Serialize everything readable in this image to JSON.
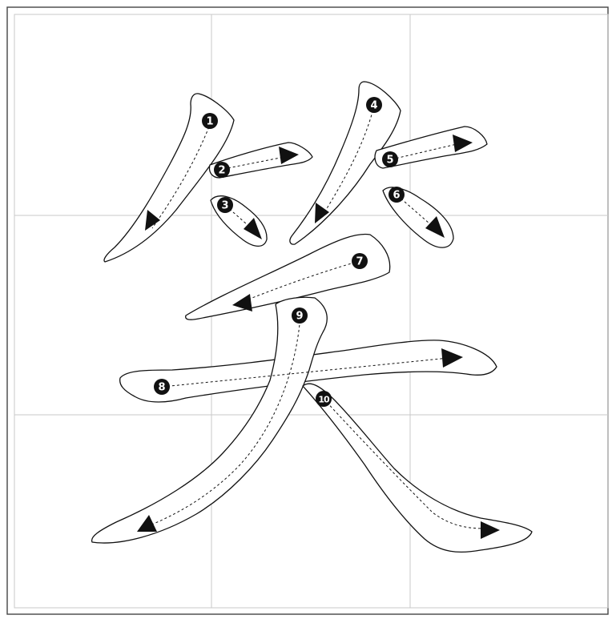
{
  "character": "笑",
  "stroke_count": 10,
  "colors": {
    "outline": "#111111",
    "guide_grid": "#c9c9c9",
    "frame": "#444444",
    "badge_fill": "#111111",
    "badge_text": "#ffffff"
  },
  "strokes": [
    {
      "order": "1"
    },
    {
      "order": "2"
    },
    {
      "order": "3"
    },
    {
      "order": "4"
    },
    {
      "order": "5"
    },
    {
      "order": "6"
    },
    {
      "order": "7"
    },
    {
      "order": "8"
    },
    {
      "order": "9"
    },
    {
      "order": "10"
    }
  ]
}
